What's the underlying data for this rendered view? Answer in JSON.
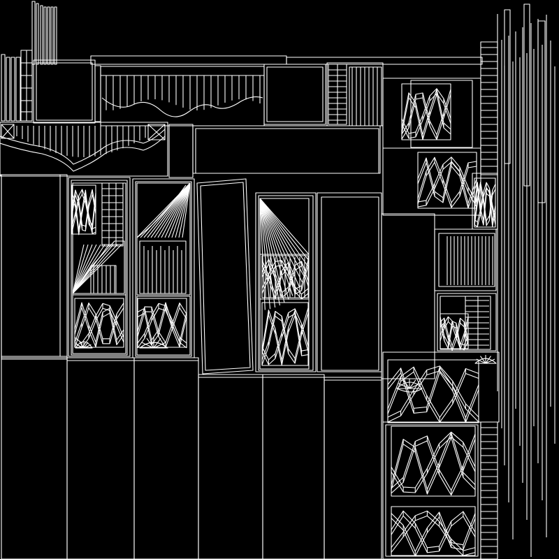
{
  "colors": {
    "background": "#000000",
    "line": "#ffffff"
  },
  "icons": {
    "panel": "outlined-rectangle",
    "ornament": "tangled-mosaic-pattern",
    "stripes": "vertical-line-strips",
    "fan": "radiating-lines",
    "shell": "scallop-shell-mesh"
  }
}
